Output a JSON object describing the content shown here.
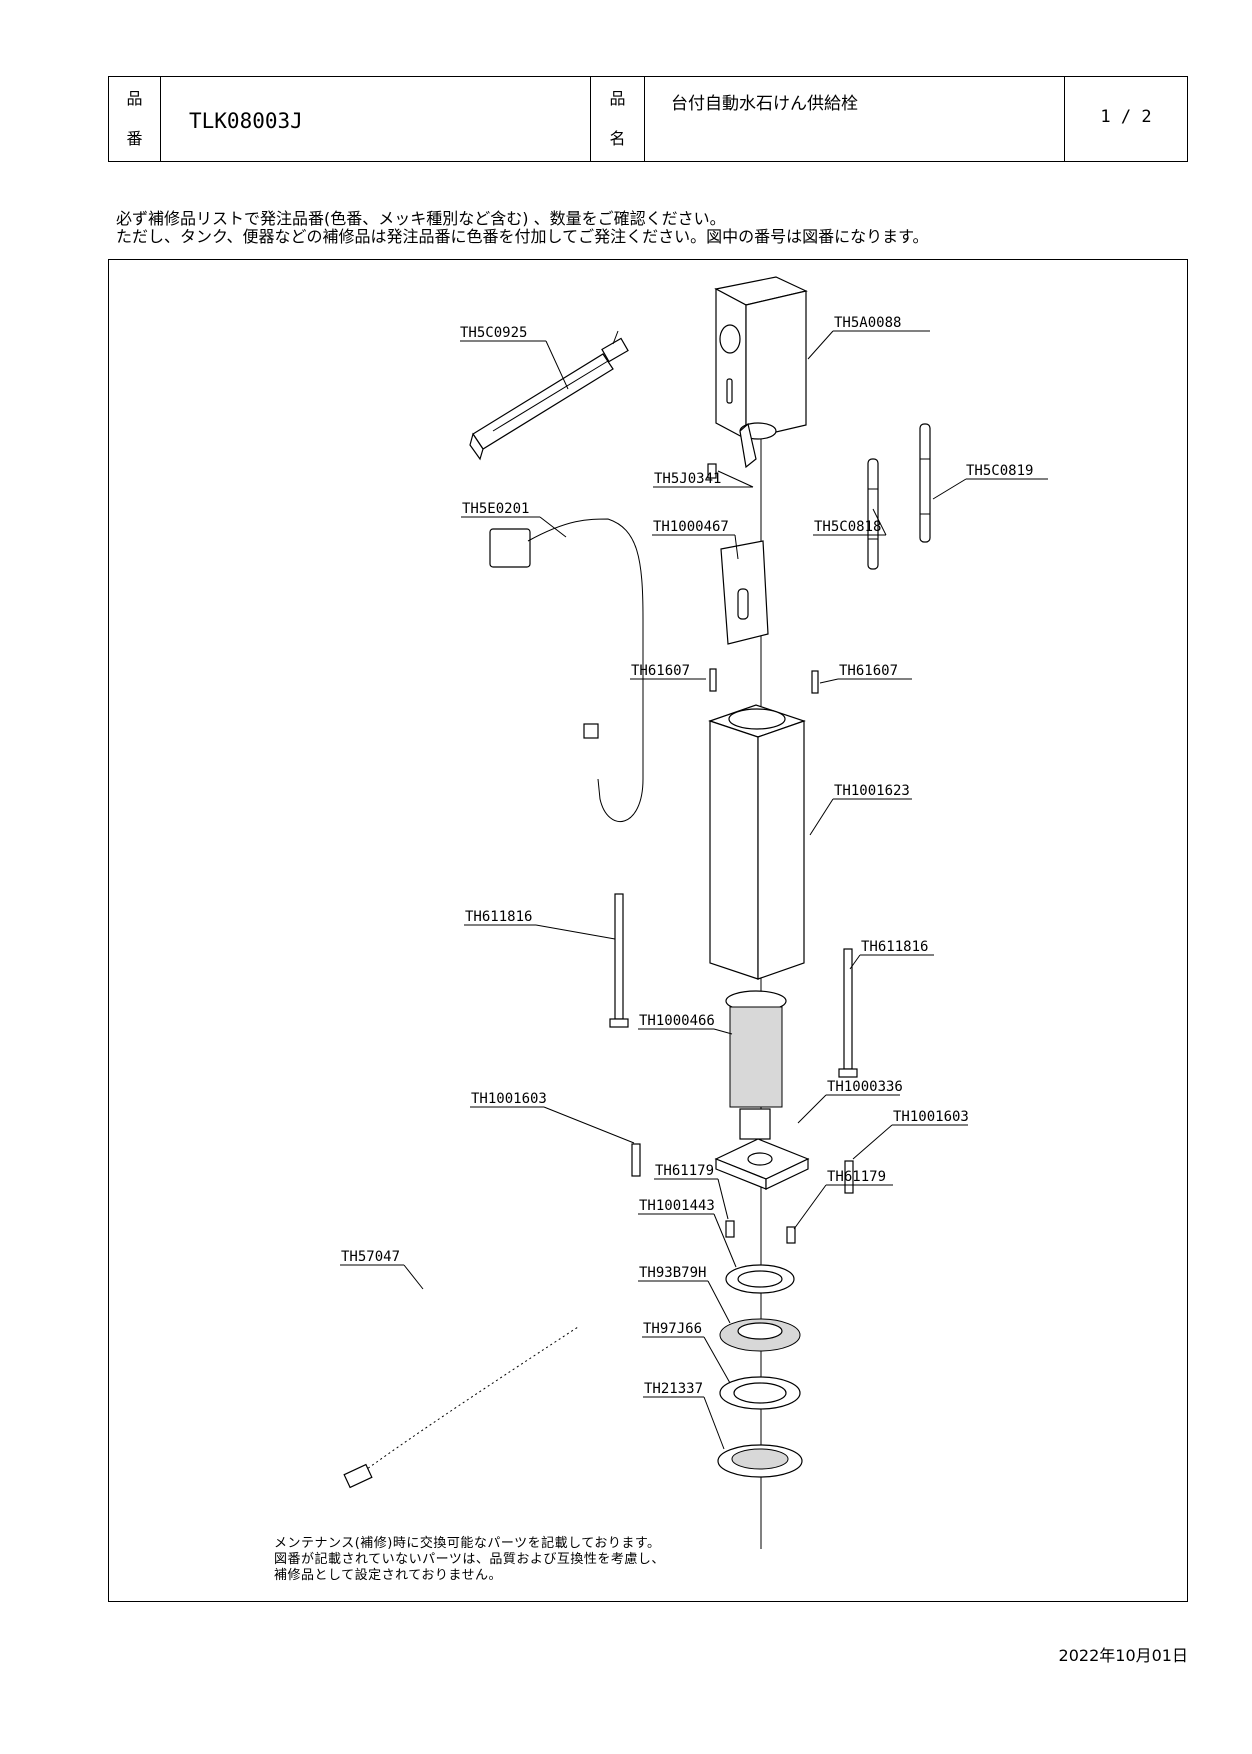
{
  "header": {
    "part_no_label_1": "品",
    "part_no_label_2": "番",
    "part_no": "TLK08003J",
    "name_label_1": "品",
    "name_label_2": "名",
    "name": "台付自動水石けん供給栓",
    "page": "1 / 2"
  },
  "notes": {
    "line1": "必ず補修品リストで発注品番(色番、メッキ種別など含む) 、数量をご確認ください。",
    "line2": "ただし、タンク、便器などの補修品は発注品番に色番を付加してご発注ください。図中の番号は図番になります。"
  },
  "parts": [
    "TH5C0925",
    "TH5A0088",
    "TH5J0341",
    "TH5C0819",
    "TH5E0201",
    "TH1000467",
    "TH5C0818",
    "TH61607",
    "TH61607",
    "TH1001623",
    "TH611816",
    "TH611816",
    "TH1000466",
    "TH1000336",
    "TH1001603",
    "TH1001603",
    "TH61179",
    "TH61179",
    "TH1001443",
    "TH57047",
    "TH93B79H",
    "TH97J66",
    "TH21337"
  ],
  "maintenance_note": {
    "line1": "メンテナンス(補修)時に交換可能なパーツを記載しております。",
    "line2": "図番が記載されていないパーツは、品質および互換性を考慮し、",
    "line3": "補修品として設定されておりません。"
  },
  "date": "2022年10月01日"
}
